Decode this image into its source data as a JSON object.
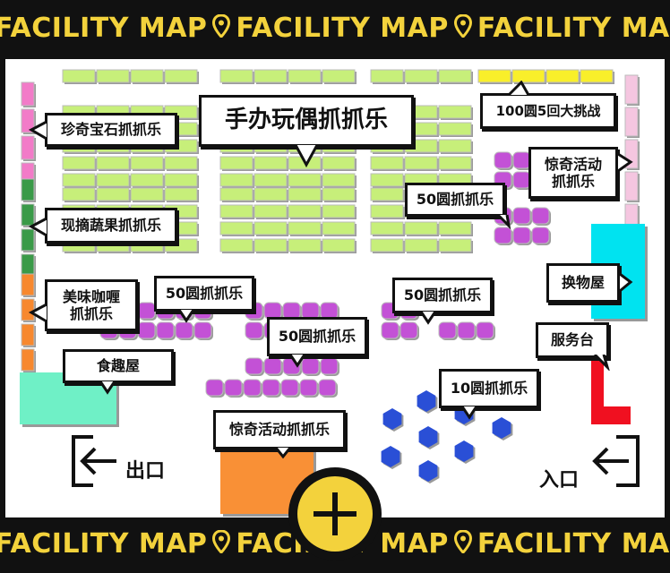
{
  "band": {
    "text": "FACILITY MAP"
  },
  "labels": {
    "figure_claw": "手办玩偶抓抓乐",
    "gem_claw": "珍奇宝石抓抓乐",
    "fruit_claw": "现摘蔬果抓抓乐",
    "curry_claw": "美味咖喱\n抓抓乐",
    "food_house": "食趣屋",
    "challenge": "100圆5回大挑战",
    "surprise_right": "惊奇活动\n抓抓乐",
    "yen50_a": "50圆抓抓乐",
    "yen50_b": "50圆抓抓乐",
    "yen50_c": "50圆抓抓乐",
    "yen50_d": "50圆抓抓乐",
    "exchange": "换物屋",
    "service": "服务台",
    "yen10": "10圆抓抓乐",
    "surprise_bottom": "惊奇活动抓抓乐",
    "exit": "出口",
    "entrance": "入口"
  },
  "colors": {
    "band_bg": "#111111",
    "band_text": "#f3d23c",
    "machine_green": "#c7ef7a",
    "machine_yellow": "#f9ef2a",
    "machine_purple": "#c351d6",
    "machine_pink": "#f27bc8",
    "machine_darkgreen": "#3a9a48",
    "machine_orange": "#f7882e",
    "machine_lightpink": "#f5c6e0",
    "hex_blue": "#2a4fd6",
    "food_house_color": "#6ff0c6",
    "exchange_color": "#00e3f0",
    "service_color": "#f01020",
    "stage_color": "#f99036"
  },
  "icons": {
    "pin": "location-pin-icon",
    "exit": "exit-arrow-icon",
    "entrance": "entrance-arrow-icon",
    "plus": "plus-icon"
  }
}
